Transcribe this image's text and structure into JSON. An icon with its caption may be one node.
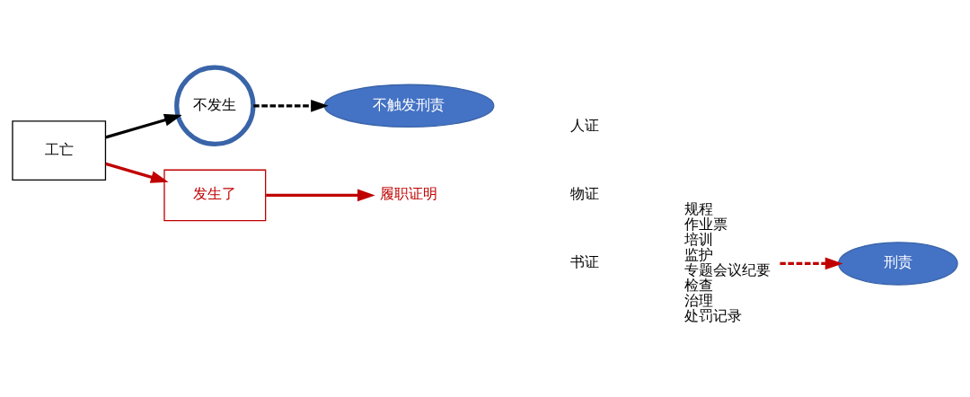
{
  "diagram": {
    "nodes": [
      {
        "text": [
          "工亡"
        ]
      },
      {
        "text": [
          "不发生"
        ]
      },
      {
        "text": [
          "不触发刑责"
        ]
      },
      {
        "text": [
          "发生了"
        ]
      },
      {
        "text": [
          "履职证明"
        ]
      },
      {
        "text": [
          "规程",
          "作业票",
          "培训",
          "监护",
          "专题会议纪要",
          "检查",
          "治理",
          "处罚记录"
        ]
      },
      {
        "text": [
          "刑责"
        ]
      }
    ],
    "edges": [
      {
        "from": 0,
        "to": 1,
        "arrow": "to",
        "color": "#000000"
      },
      {
        "from": 1,
        "to": 2,
        "arrow": "to",
        "style": "dashed",
        "color": "#000000"
      },
      {
        "from": 0,
        "to": 3,
        "arrow": "to",
        "color": "#c00000"
      },
      {
        "from": 3,
        "to": 4,
        "arrow": "to",
        "color": "#c00000"
      },
      {
        "from": 5,
        "to": 6,
        "arrow": "to",
        "style": "dashed",
        "color": "#c00000"
      }
    ],
    "labels": [
      "人证",
      "物证",
      "书证"
    ]
  }
}
